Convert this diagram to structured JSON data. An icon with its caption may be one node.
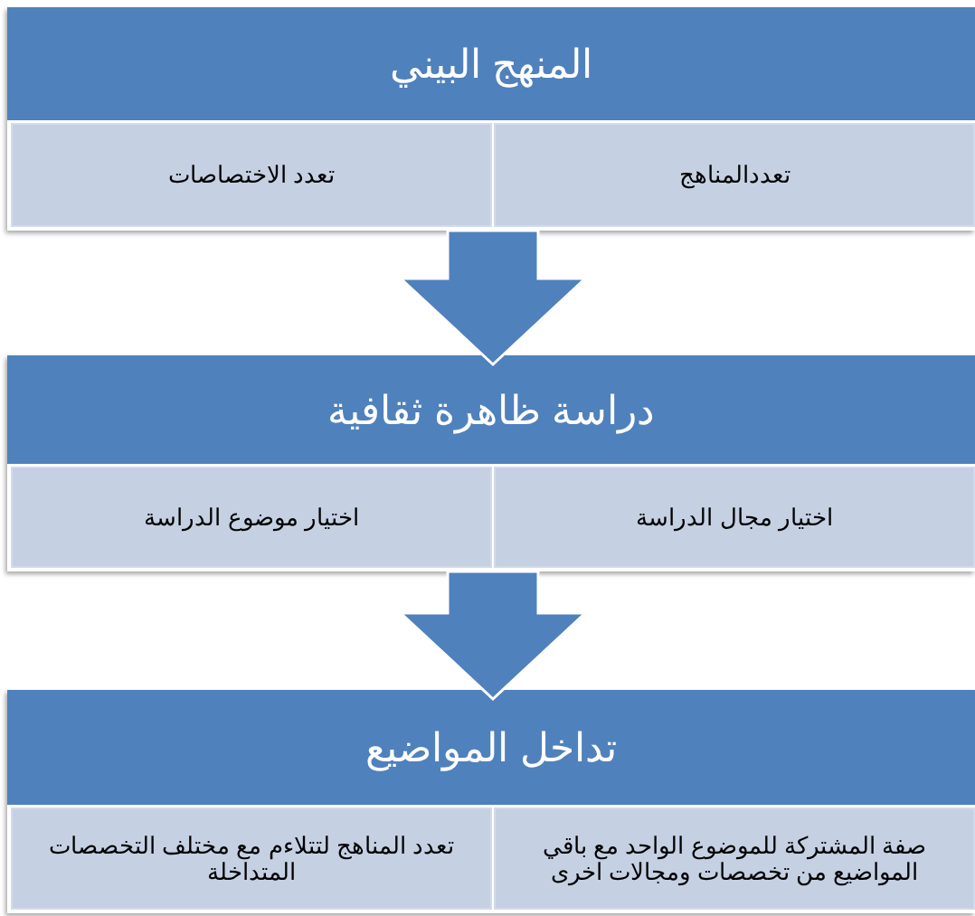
{
  "diagram": {
    "nodes": [
      {
        "text": [
          "المنهج البيني"
        ]
      },
      {
        "text": [
          "تعددالمناهج"
        ],
        "in": 0
      },
      {
        "text": [
          "تعدد الاختصاصات"
        ],
        "in": 0
      },
      {
        "text": [
          "دراسة ظاهرة ثقافية"
        ]
      },
      {
        "text": [
          "اختيار مجال الدراسة"
        ],
        "in": 3
      },
      {
        "text": [
          "اختيار موضوع الدراسة"
        ],
        "in": 3
      },
      {
        "text": [
          "تداخل المواضيع"
        ]
      },
      {
        "text": [
          "صفة المشتركة للموضوع الواحد مع باقي المواضيع من تخصصات ومجالات اخرى"
        ],
        "in": 6
      },
      {
        "text": [
          "تعدد المناهج لتتلاءم مع مختلف التخصصات المتداخلة"
        ],
        "in": 6
      }
    ],
    "edges": [
      {
        "from": 0,
        "to": 3,
        "arrow": "to",
        "style": "thick"
      },
      {
        "from": 3,
        "to": 6,
        "arrow": "to",
        "style": "thick"
      }
    ]
  }
}
